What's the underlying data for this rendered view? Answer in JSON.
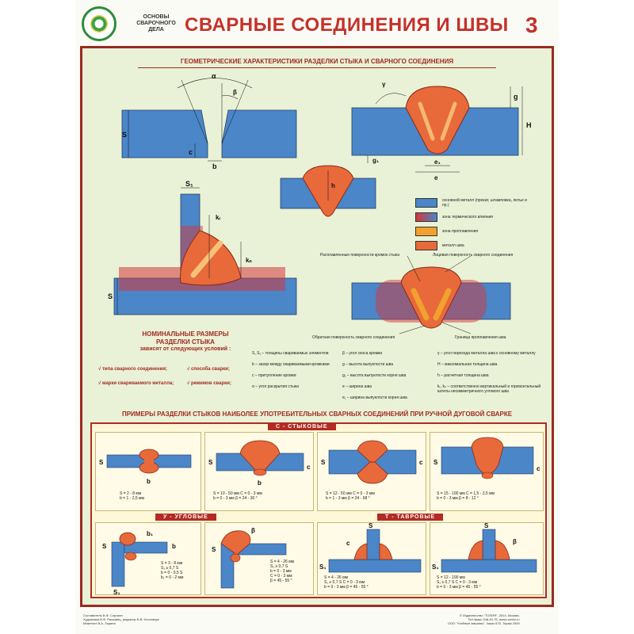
{
  "header": {
    "series": "ОСНОВЫ\nСВАРОЧНОГО\nДЕЛА",
    "title": "СВАРНЫЕ СОЕДИНЕНИЯ И ШВЫ",
    "sheet": "3"
  },
  "geometry": {
    "title": "ГЕОМЕТРИЧЕСКИЕ ХАРАКТЕРИСТИКИ РАЗДЕЛКИ СТЫКА И СВАРНОГО СОЕДИНЕНИЯ",
    "labels": {
      "alpha": "α",
      "beta": "β",
      "gamma": "γ",
      "S": "S",
      "c": "c",
      "b": "b",
      "g": "g",
      "H": "H",
      "g1": "g₁",
      "e": "e",
      "e1": "e₁",
      "h": "h",
      "S1": "S₁",
      "kr": "kᵣ",
      "kn": "kₙ"
    }
  },
  "legend": [
    {
      "color": "#4a86c8",
      "text": "основной металл (прокат, штамповка, литье и пр.)"
    },
    {
      "color": "#d4373a",
      "text": "зона термического влияния"
    },
    {
      "color": "#f1a12d",
      "text": "зона проплавления"
    },
    {
      "color": "#e8693a",
      "text": "металл шва"
    }
  ],
  "notes": {
    "fusion_surfaces": "Расплавленные поверхности кромок стыка",
    "face_surface": "Лицевая поверхность сварного соединения",
    "back_surface": "Обратная поверхность сварного соединения",
    "fusion_boundary": "Граница проплавления шва"
  },
  "nominal": {
    "line1": "НОМИНАЛЬНЫЕ РАЗМЕРЫ",
    "line2": "РАЗДЕЛКИ СТЫКА",
    "line3": "зависят от следующих условий :",
    "conditions": [
      "√ типа сварного соединения;",
      "√ способа сварки;",
      "√ марки свариваемого металла;",
      "√ режимов сварки;"
    ]
  },
  "definitions": {
    "col1": [
      "S, S₁ – толщины свариваемых элементов",
      "b – зазор между свариваемыми кромками",
      "c – притупление кромки",
      "α – угол раскрытия стыка"
    ],
    "col2": [
      "β – угол скоса кромки",
      "g – высота выпуклости шва",
      "g₁ – высота выпуклости корня шва",
      "e – ширина шва",
      "e₁ – ширина выпуклости корня шва"
    ],
    "col3": [
      "γ – угол перехода металла шва к основному металлу",
      "H – максимальная толщина шва",
      "h – расчетная толщина шва",
      "kᵣ, kₙ – соответственно вертикальный и горизонтальный катеты несимметричного углового шва"
    ]
  },
  "examples": {
    "title": "ПРИМЕРЫ РАЗДЕЛКИ СТЫКОВ НАИБОЛЕЕ УПОТРЕБИТЕЛЬНЫХ СВАРНЫХ СОЕДИНЕНИЙ ПРИ РУЧНОЙ ДУГОВОЙ СВАРКЕ",
    "butt_tab": "С - СТЫКОВЫЕ",
    "corner_tab": "У - УГЛОВЫЕ",
    "tee_tab": "Т - ТАВРОВЫЕ",
    "captions": [
      "S = 2 - 8 мм\nb = 1 - 2,5 мм",
      "S = 10 - 50 мм    C = 0 - 3 мм\nb = 0 - 3 мм    β = 24 - 30 °",
      "S = 12 - 50 мм    C = 0 - 3 мм\nb = 1 - 3 мм    β = 24 - 68 °",
      "S = 15 - 100 мм    C = 1,5 - 3,5 мм\nb = 0 - 3 мм    β = 8 - 12 °",
      "S = 3 - 8 мм\nS₁ ≥ 0,7 S\nb = 0 - 0,5 S\nb₁ = 0 - 2 мм",
      "S = 4 - 26 мм\nS₁ ≥ 0,7 S\nb = 0 - 3 мм\nC = 0 - 3 мм\nβ = 45 - 55 °",
      "S = 4 - 26 мм\nS₁ ≥ 0,7 S    C = 0 - 3 мм\nb = 0 - 3 мм    β = 45 - 55 °",
      "S = 12 - 100 мм\nS₁ ≥ 0,7 S    C = 0 - 3 мм\nb = 0 - 3 мм    β = 45 - 55 °"
    ],
    "labels": {
      "S": "S",
      "S1": "S₁",
      "b": "b",
      "b1": "b₁",
      "c": "c",
      "beta": "β"
    }
  },
  "footer": {
    "left": "Составитель В.Ф. Сорокин\nХудожники В.Ф. Расковец, редактор Б.В. Клоповчук\nМакетист В.А. Зорина",
    "right": "© Издательство \"ТОПИЯ\", 2014. Москва.\nТел./факс 348-40-75, www.ucenic.ru\nООО \"Учебные машины\", Заказ 675, Тираж 2000"
  }
}
